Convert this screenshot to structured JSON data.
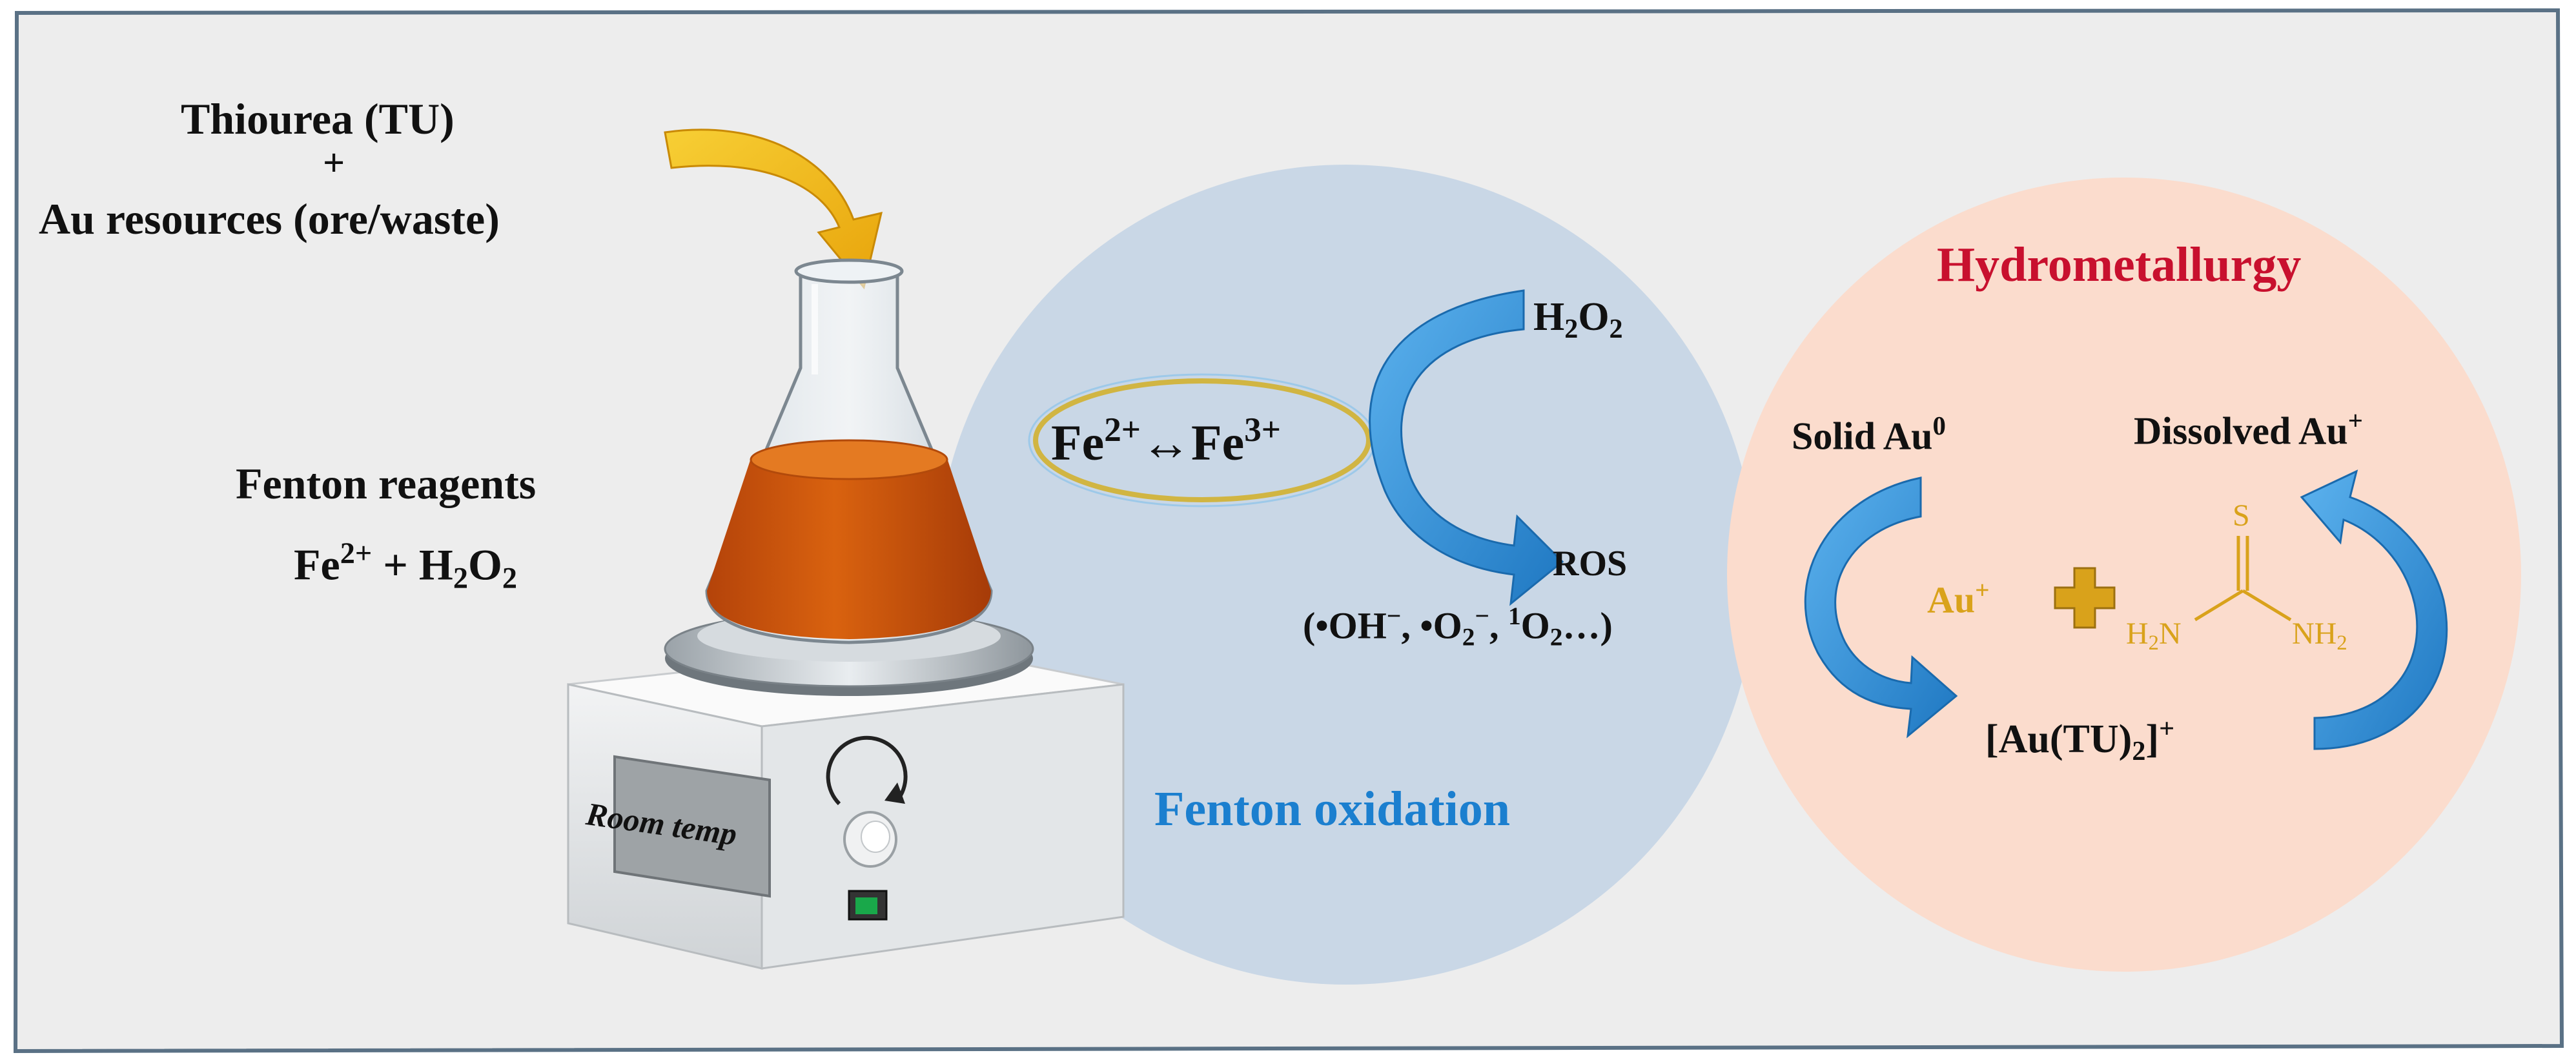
{
  "inputs": {
    "line1": "Thiourea (TU)",
    "plus": "+",
    "line2": "Au resources (ore/waste)"
  },
  "fenton_reagents": {
    "title": "Fenton reagents",
    "fe": "Fe",
    "fe_charge": "2+",
    "plus": " + H",
    "h_sub": "2",
    "o": "O",
    "o_sub": "2"
  },
  "stirrer": {
    "display_text": "Room temp"
  },
  "fenton_oxidation": {
    "label": "Fenton oxidation",
    "redox_fe2": "Fe",
    "redox_fe2_charge": "2+",
    "redox_arrow": "↔",
    "redox_fe3": "Fe",
    "redox_fe3_charge": "3+",
    "h2o2_h": "H",
    "h2o2_h_sub": "2",
    "h2o2_o": "O",
    "h2o2_o_sub": "2",
    "ros": "ROS",
    "ros_species_open": "(•OH",
    "ros_minus1": "−",
    "ros_sep1": ", •O",
    "ros_o2_sub": "2",
    "ros_minus2": "−",
    "ros_sep2": ", ",
    "ros_singlet_sup": "1",
    "ros_o": "O",
    "ros_o_sub": "2",
    "ros_close": "…)"
  },
  "hydrometallurgy": {
    "title": "Hydrometallurgy",
    "solid": "Solid Au",
    "solid_sup": "0",
    "dissolved": "Dissolved Au",
    "dissolved_sup": "+",
    "au_ion": "Au",
    "au_ion_sup": "+",
    "complex_open": "[Au(TU)",
    "complex_sub": "2",
    "complex_close": "]",
    "complex_sup": "+",
    "tu_s": "S",
    "tu_left_h": "H",
    "tu_left_sub": "2",
    "tu_left_n": "N",
    "tu_right": "NH",
    "tu_right_sub": "2"
  },
  "colors": {
    "frame_fill": "#ededed",
    "frame_stroke": "#5a7185",
    "fenton_circle": "#c9d7e6",
    "hydro_circle": "#fbdccd",
    "arrow_blue": "#2e8ed6",
    "gold": "#d9a21b",
    "red_title": "#c8102e",
    "blue_label": "#1b7fcf",
    "liquid": "#c9520c"
  },
  "icons": [
    "yellow-curved-arrow",
    "erlenmeyer-flask",
    "magnetic-stirrer",
    "rotation-knob-icon",
    "power-switch-icon",
    "plus-icon",
    "thiourea-structure"
  ]
}
